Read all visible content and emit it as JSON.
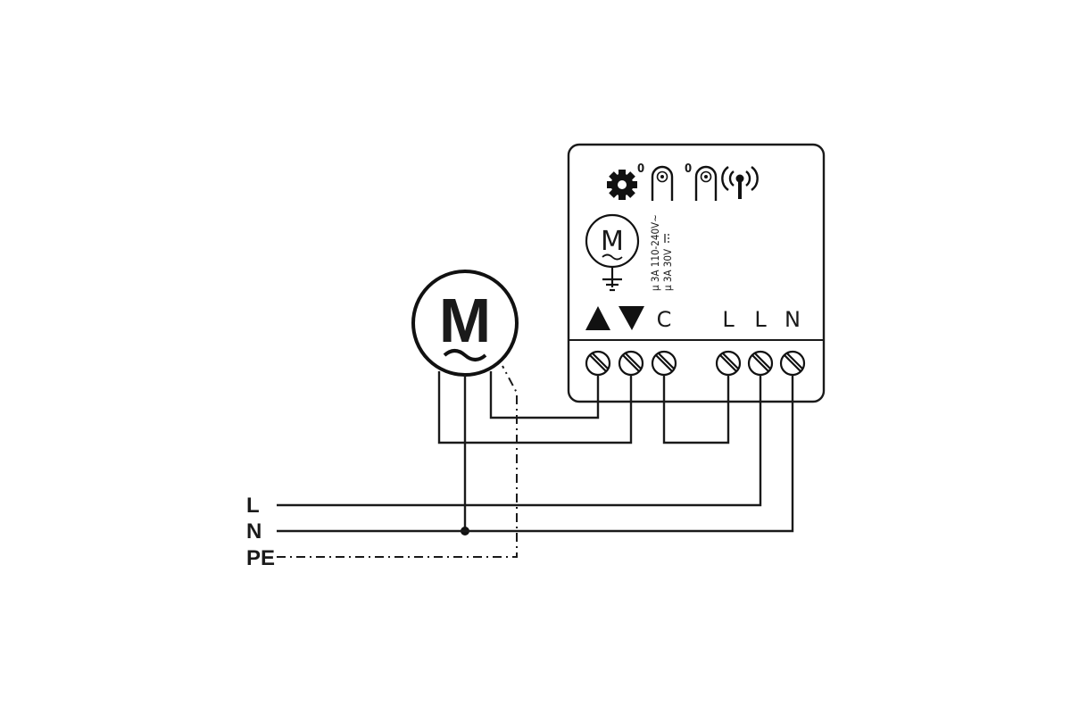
{
  "motor": {
    "symbol_letter": "M"
  },
  "device": {
    "icons": [
      "gear-icon",
      "button-o1-icon",
      "button-o2-icon",
      "wireless-antenna-icon",
      "motor-icon",
      "ground-icon"
    ],
    "button_marks": [
      "0",
      "0"
    ],
    "motor_symbol_letter": "M",
    "rating_ac": "μ 3A 110-240V~",
    "rating_dc": "μ 3A 30V",
    "terminal_labels": {
      "up": "▲",
      "down": "▼",
      "c": "C",
      "l1": "L",
      "l2": "L",
      "n": "N"
    }
  },
  "supply_lines": {
    "l": "L",
    "n": "N",
    "pe": "PE"
  }
}
